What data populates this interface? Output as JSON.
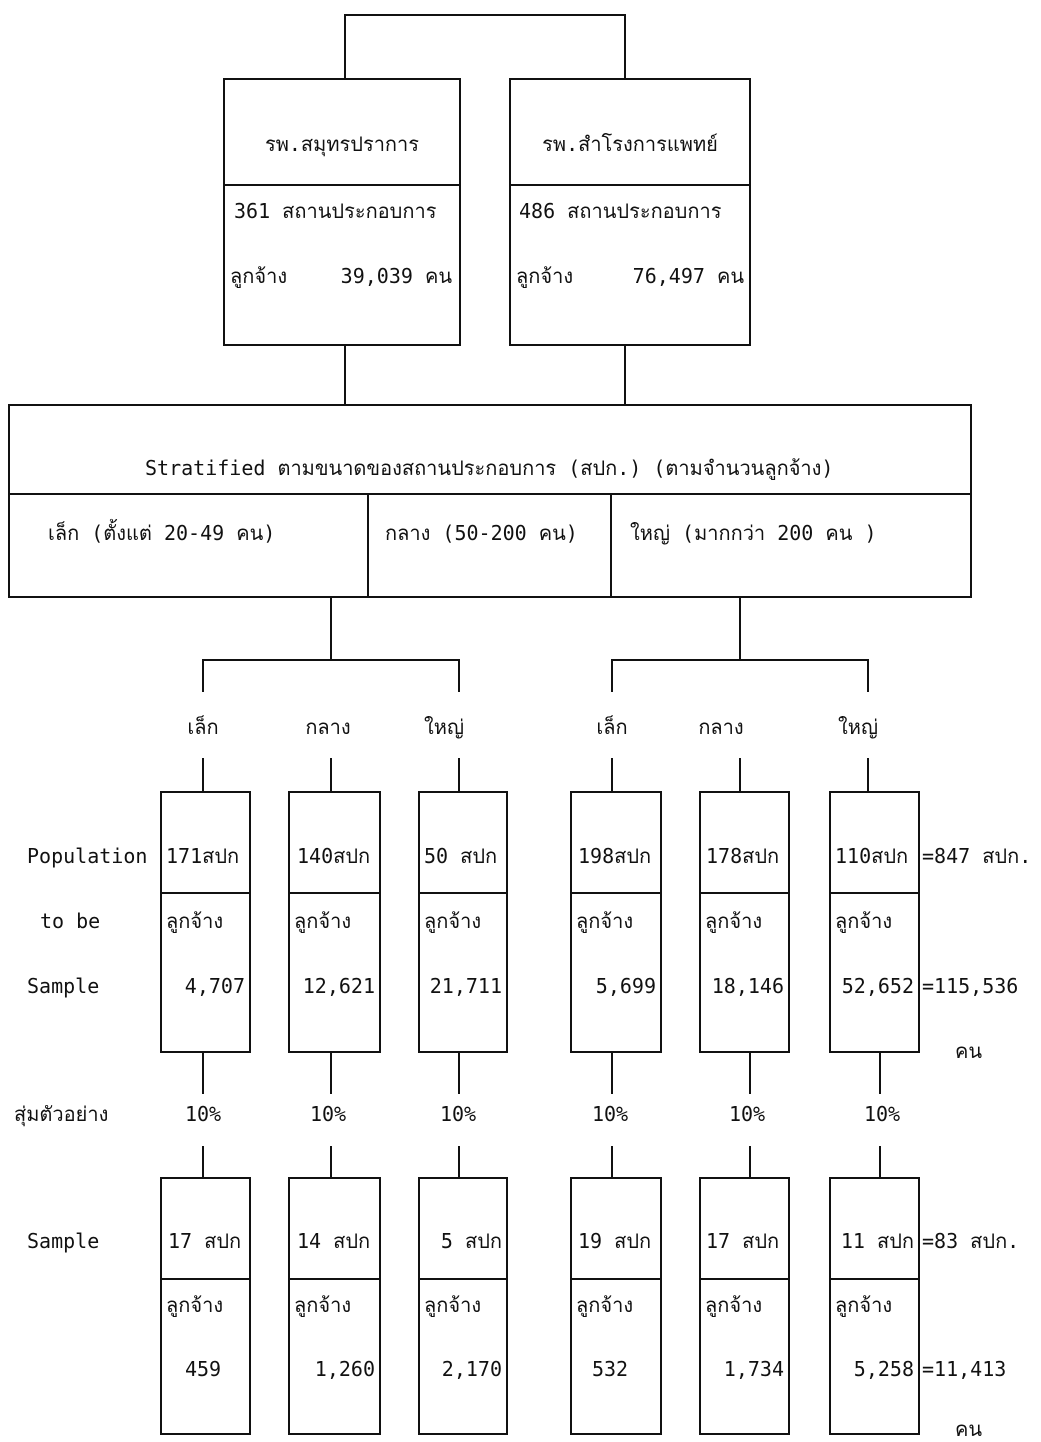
{
  "hospitals": [
    {
      "name": "รพ.สมุทรปราการ",
      "establishments": "361 สถานประกอบการ",
      "employees_label": "ลูกจ้าง",
      "employees_value": "39,039 คน"
    },
    {
      "name": "รพ.สำโรงการแพทย์",
      "establishments": "486 สถานประกอบการ",
      "employees_label": "ลูกจ้าง",
      "employees_value": "76,497 คน"
    }
  ],
  "strata": {
    "title": "Stratified ตามขนาดของสถานประกอบการ (สปก.) (ตามจำนวนลูกจ้าง)",
    "small": "เล็ก   (ตั้งแต่ 20-49 คน)",
    "medium": "กลาง  (50-200 คน)",
    "large": "ใหญ่   (มากกว่า 200 คน )"
  },
  "size_labels": [
    "เล็ก",
    "กลาง",
    "ใหญ่",
    "เล็ก",
    "กลาง",
    "ใหญ่"
  ],
  "row_labels": {
    "population_1": "Population",
    "population_2": "to be",
    "population_3": "Sample",
    "sampling": "สุ่มตัวอย่าง",
    "sample": "Sample"
  },
  "population": [
    {
      "estab": "171สปก",
      "emp_label": "ลูกจ้าง",
      "emp": "4,707"
    },
    {
      "estab": "140สปก",
      "emp_label": "ลูกจ้าง",
      "emp": "12,621"
    },
    {
      "estab": "50 สปก",
      "emp_label": "ลูกจ้าง",
      "emp": "21,711"
    },
    {
      "estab": "198สปก",
      "emp_label": "ลูกจ้าง",
      "emp": "5,699"
    },
    {
      "estab": "178สปก",
      "emp_label": "ลูกจ้าง",
      "emp": "18,146"
    },
    {
      "estab": "110สปก",
      "emp_label": "ลูกจ้าง",
      "emp": "52,652"
    }
  ],
  "population_totals": {
    "estab": "=847 สปก.",
    "emp": "=115,536",
    "unit": "คน"
  },
  "sampling_rates": [
    "10%",
    "10%",
    "10%",
    "10%",
    "10%",
    "10%"
  ],
  "sample": [
    {
      "estab": "17 สปก",
      "emp_label": "ลูกจ้าง",
      "emp": "459"
    },
    {
      "estab": "14 สปก",
      "emp_label": "ลูกจ้าง",
      "emp": "1,260"
    },
    {
      "estab": "5 สปก",
      "emp_label": "ลูกจ้าง",
      "emp": "2,170"
    },
    {
      "estab": "19 สปก",
      "emp_label": "ลูกจ้าง",
      "emp": "532"
    },
    {
      "estab": "17 สปก",
      "emp_label": "ลูกจ้าง",
      "emp": "1,734"
    },
    {
      "estab": "11 สปก",
      "emp_label": "ลูกจ้าง",
      "emp": "5,258"
    }
  ],
  "sample_totals": {
    "estab": "=83 สปก.",
    "emp": "=11,413",
    "unit": "คน"
  }
}
